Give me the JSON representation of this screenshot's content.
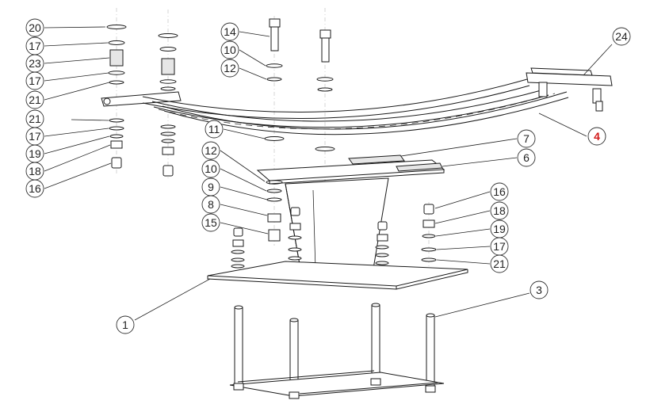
{
  "balloons": [
    {
      "id": "b20",
      "label": "20"
    },
    {
      "id": "b17a",
      "label": "17"
    },
    {
      "id": "b23",
      "label": "23"
    },
    {
      "id": "b17b",
      "label": "17"
    },
    {
      "id": "b21a",
      "label": "21"
    },
    {
      "id": "b21b",
      "label": "21"
    },
    {
      "id": "b17c",
      "label": "17"
    },
    {
      "id": "b19a",
      "label": "19"
    },
    {
      "id": "b18a",
      "label": "18"
    },
    {
      "id": "b16a",
      "label": "16"
    },
    {
      "id": "b14",
      "label": "14"
    },
    {
      "id": "b10a",
      "label": "10"
    },
    {
      "id": "b12a",
      "label": "12"
    },
    {
      "id": "b11",
      "label": "11"
    },
    {
      "id": "b12b",
      "label": "12"
    },
    {
      "id": "b10b",
      "label": "10"
    },
    {
      "id": "b9",
      "label": "9"
    },
    {
      "id": "b8",
      "label": "8"
    },
    {
      "id": "b15",
      "label": "15"
    },
    {
      "id": "b24",
      "label": "24"
    },
    {
      "id": "b4",
      "label": "4",
      "highlight": true
    },
    {
      "id": "b7",
      "label": "7"
    },
    {
      "id": "b6",
      "label": "6"
    },
    {
      "id": "b16b",
      "label": "16"
    },
    {
      "id": "b18b",
      "label": "18"
    },
    {
      "id": "b19b",
      "label": "19"
    },
    {
      "id": "b17d",
      "label": "17"
    },
    {
      "id": "b21c",
      "label": "21"
    },
    {
      "id": "b1",
      "label": "1"
    },
    {
      "id": "b3",
      "label": "3"
    }
  ],
  "colors": {
    "line": "#1a1a1a",
    "highlight": "#d11a1a",
    "background": "#ffffff"
  }
}
